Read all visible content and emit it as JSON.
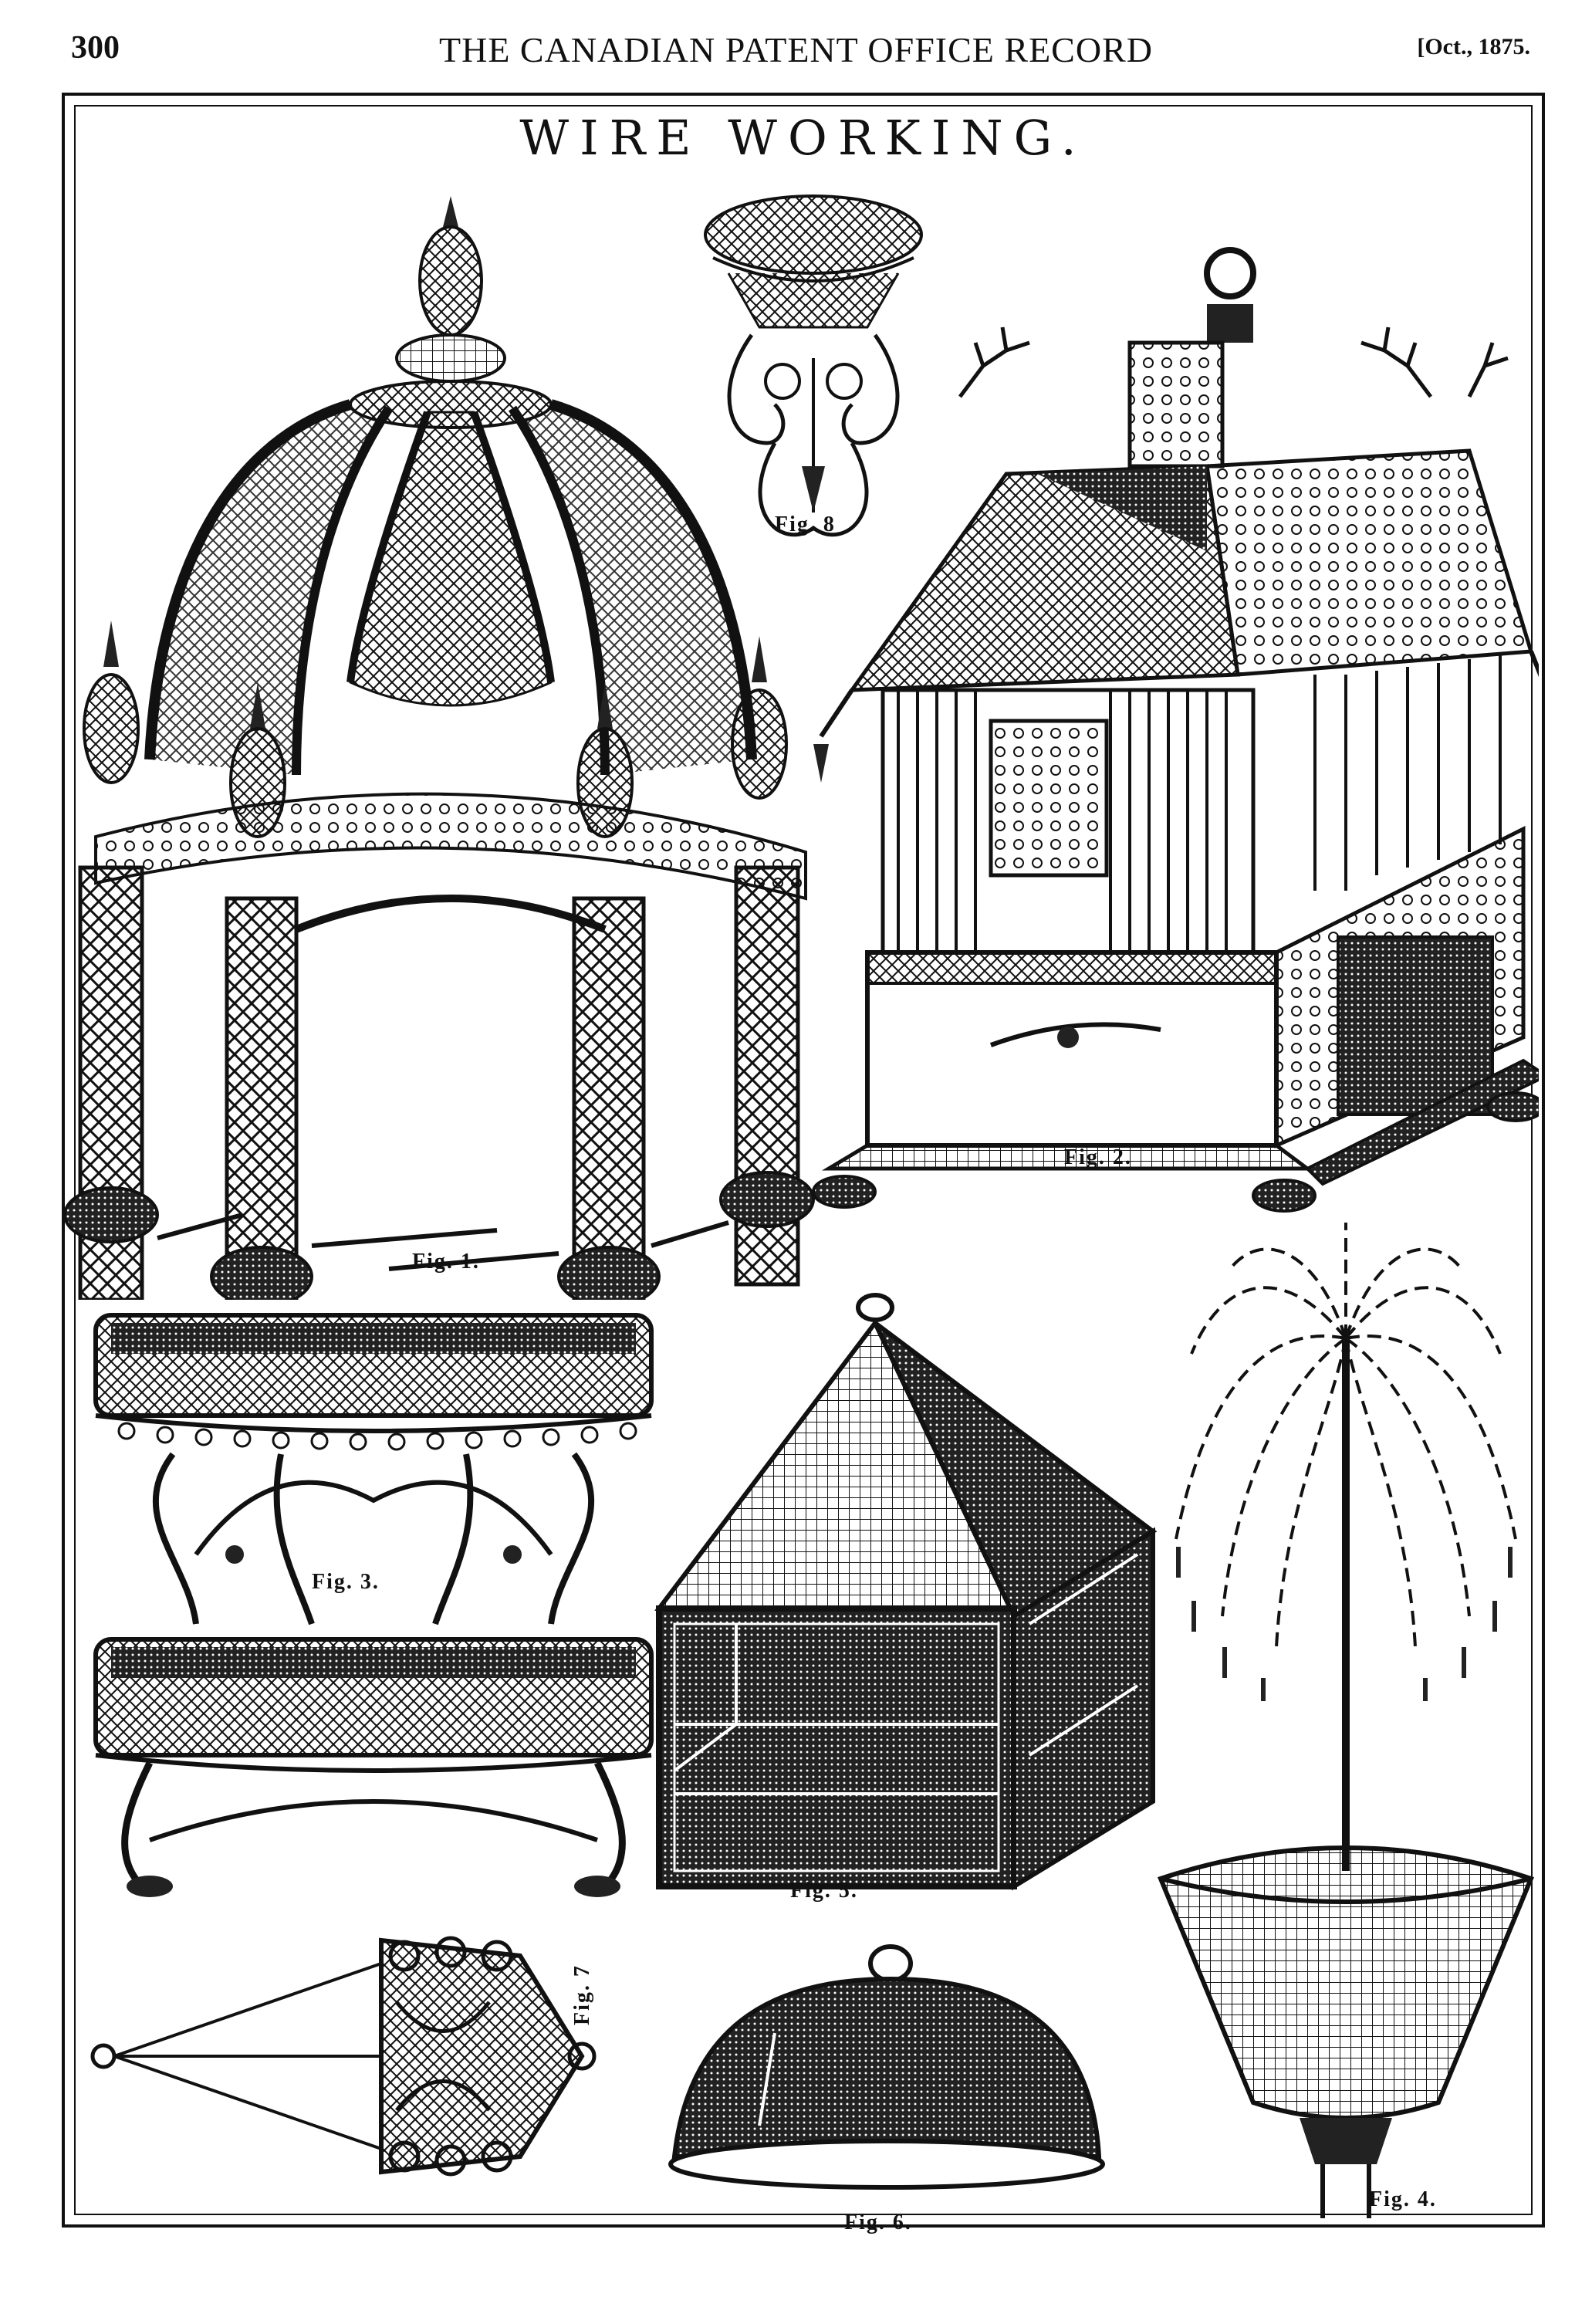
{
  "header": {
    "page_number": "300",
    "journal_title": "THE CANADIAN PATENT OFFICE RECORD",
    "issue_date": "[Oct., 1875."
  },
  "plate": {
    "title": "WIRE WORKING.",
    "figures": [
      {
        "caption": "Fig. 1.",
        "subject": "wire gazebo",
        "icon": "gazebo-icon"
      },
      {
        "caption": "Fig. 2.",
        "subject": "ornate birdcage house",
        "icon": "birdcage-icon"
      },
      {
        "caption": "Fig. 3.",
        "subject": "two-tier flower stand",
        "icon": "plant-stand-icon"
      },
      {
        "caption": "Fig. 4.",
        "subject": "fountain basin",
        "icon": "fountain-icon"
      },
      {
        "caption": "Fig. 5.",
        "subject": "lantern cage",
        "icon": "lantern-icon"
      },
      {
        "caption": "Fig. 6.",
        "subject": "dish cover",
        "icon": "dish-cover-icon"
      },
      {
        "caption": "Fig. 7",
        "subject": "hanging basket",
        "icon": "hanging-basket-icon"
      },
      {
        "caption": "Fig. 8",
        "subject": "hanging flower basket",
        "icon": "hanging-flower-basket-icon"
      }
    ]
  }
}
